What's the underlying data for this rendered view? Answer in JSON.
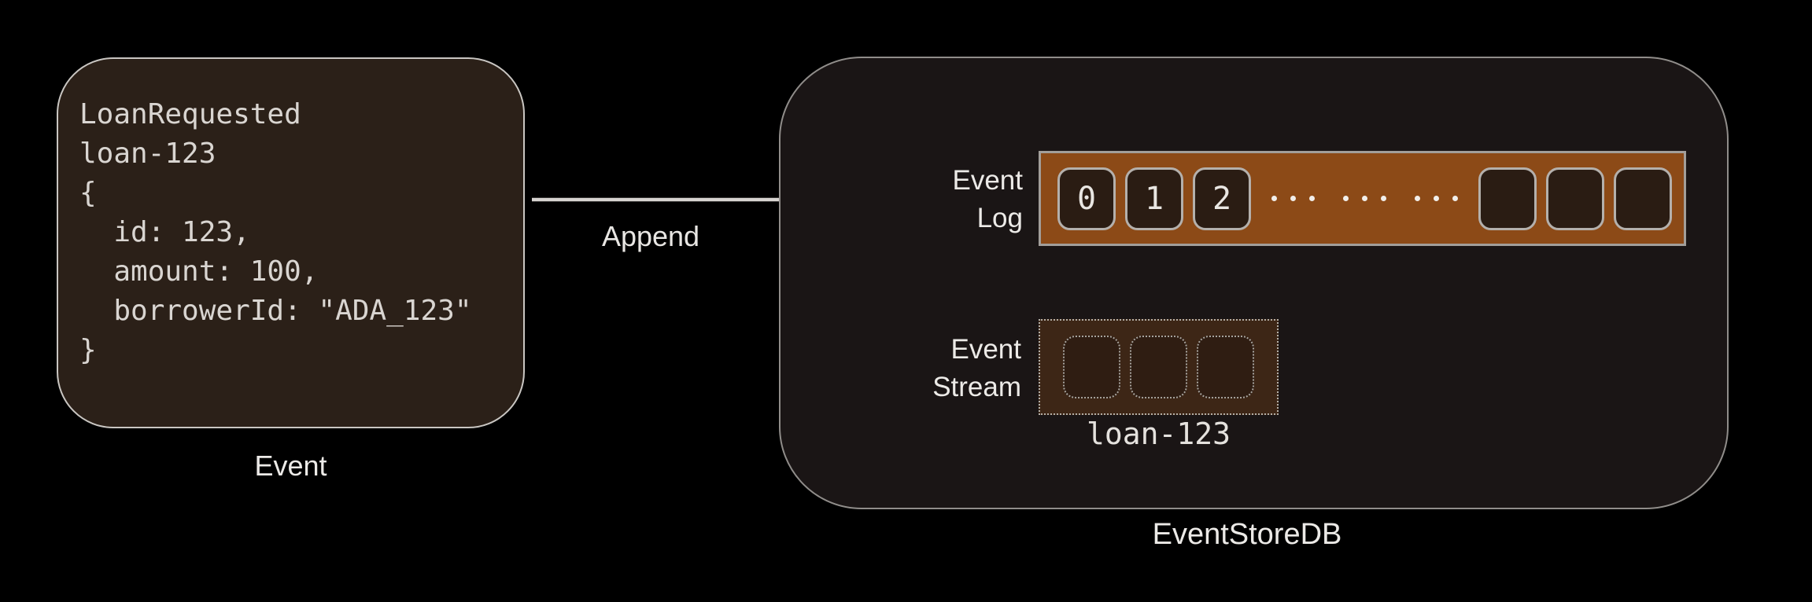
{
  "colors": {
    "background": "#000000",
    "card_fill": "#2b2018",
    "card_border": "#c9c6c2",
    "container_fill": "#1a1515",
    "container_border": "#908d8a",
    "log_bar_fill": "#8c4a17",
    "cell_fill": "#2a1c13",
    "cell_border": "#b4b0ac",
    "stream_box_fill": "#3d2616",
    "arrow": "#d6d3d0",
    "text": "#eceae7"
  },
  "event_card": {
    "code_lines": [
      "LoanRequested",
      "loan-123",
      "{",
      "  id: 123,",
      "  amount: 100,",
      "  borrowerId: \"ADA_123\"",
      "}"
    ],
    "label": "Event"
  },
  "append_arrow": {
    "label": "Append"
  },
  "event_store": {
    "label": "EventStoreDB",
    "event_log": {
      "label_line1": "Event",
      "label_line2": "Log",
      "numbered_cells": [
        "0",
        "1",
        "2"
      ],
      "ellipsis_groups": 3,
      "dots_per_group": 3,
      "empty_cell_count": 3
    },
    "event_stream": {
      "label_line1": "Event",
      "label_line2": "Stream",
      "placeholder_cell_count": 3,
      "stream_name": "loan-123"
    }
  }
}
